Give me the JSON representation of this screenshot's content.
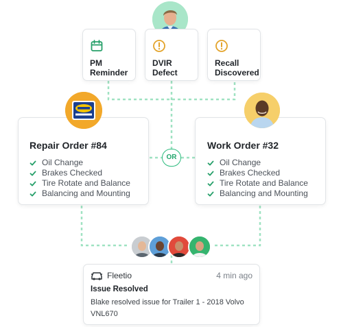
{
  "top_person": {
    "name": "driver-avatar"
  },
  "triggers": [
    {
      "label": "PM\nReminder",
      "icon": "calendar-icon",
      "color": "#27a06a"
    },
    {
      "label": "DVIR\nDefect",
      "icon": "warning-circle-icon",
      "color": "#e3a32a"
    },
    {
      "label": "Recall\nDiscovered",
      "icon": "warning-circle-icon",
      "color": "#e3a32a"
    }
  ],
  "or_label": "OR",
  "orders": [
    {
      "title": "Repair Order #84",
      "items": [
        "Oil Change",
        "Brakes Checked",
        "Tire Rotate and Balance",
        "Balancing and Mounting"
      ],
      "logo_text": "NAPA AUTOCARE CENTER"
    },
    {
      "title": "Work Order #32",
      "items": [
        "Oil Change",
        "Brakes Checked",
        "Tire Rotate and Balance",
        "Balancing and Mounting"
      ]
    }
  ],
  "notification": {
    "brand": "Fleetio",
    "time": "4 min ago",
    "title": "Issue Resolved",
    "body": "Blake resolved issue for Trailer 1 - 2018 Volvo VNL670"
  },
  "colors": {
    "accent_green": "#2cbb7e",
    "warning": "#e3a32a",
    "connector": "#9fe2c2"
  }
}
